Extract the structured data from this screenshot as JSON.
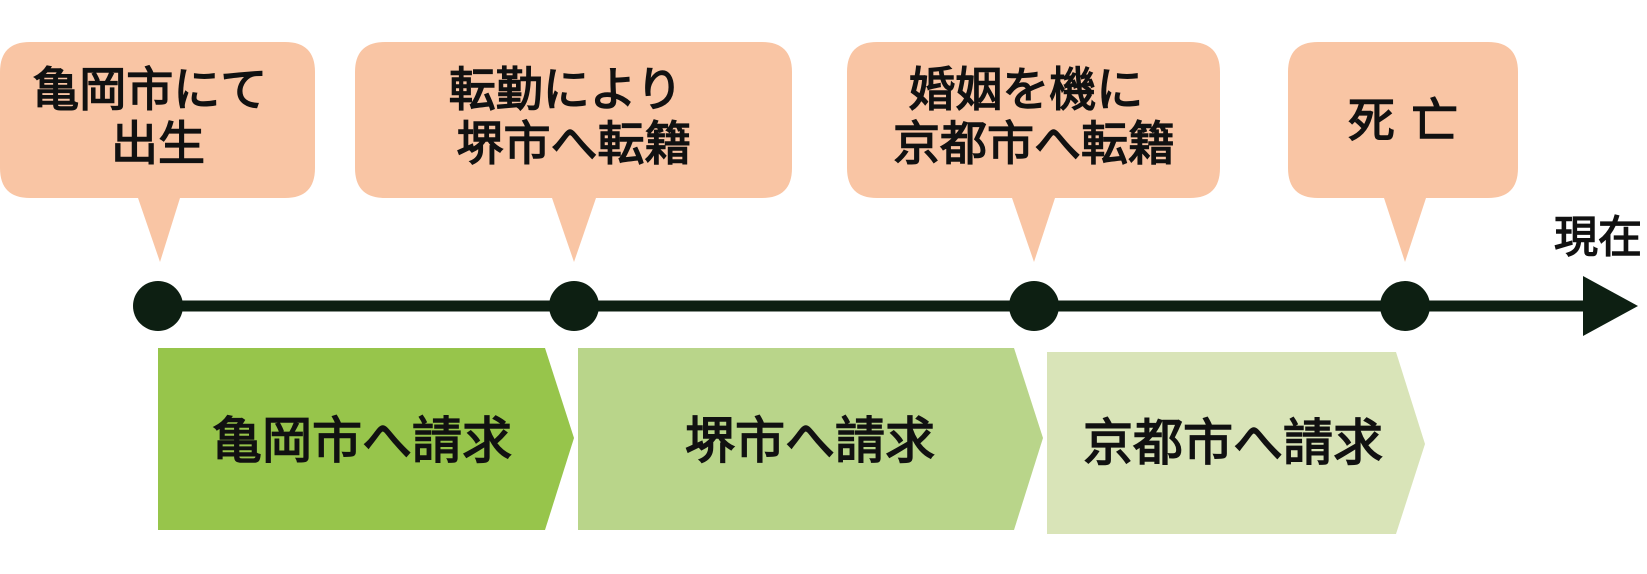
{
  "colors": {
    "callout_fill": "#f9c5a4",
    "timeline": "#0d1f12",
    "band_1": "#97c54b",
    "band_2": "#b9d58a",
    "band_3": "#d9e4b8"
  },
  "events": [
    {
      "lines": [
        "亀岡市にて",
        "出生"
      ]
    },
    {
      "lines": [
        "転勤により",
        "堺市へ転籍"
      ]
    },
    {
      "lines": [
        "婚姻を機に",
        "京都市へ転籍"
      ]
    },
    {
      "lines": [
        "死 亡"
      ]
    }
  ],
  "timeline": {
    "end_label": "現在"
  },
  "periods": [
    {
      "label": "亀岡市へ請求"
    },
    {
      "label": "堺市へ請求"
    },
    {
      "label": "京都市へ請求"
    }
  ]
}
